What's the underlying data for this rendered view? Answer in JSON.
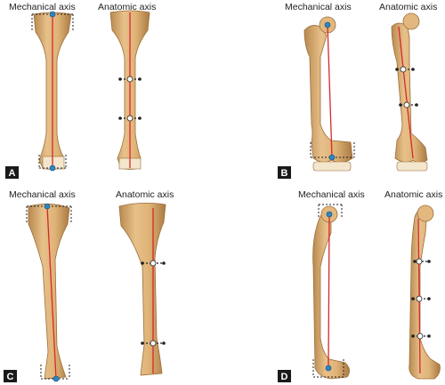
{
  "colors": {
    "bone": "#dfb377",
    "bone_shadow": "#b8894f",
    "axis_line": "#d42a2a",
    "center_point": "#2c86c4",
    "panel_tag_bg": "#1a1a1a",
    "panel_tag_text": "#ffffff"
  },
  "panels": [
    {
      "tag": "A",
      "mechanical_label": "Mechanical axis",
      "anatomic_label": "Anatomic axis"
    },
    {
      "tag": "B",
      "mechanical_label": "Mechanical axis",
      "anatomic_label": "Anatomic axis"
    },
    {
      "tag": "C",
      "mechanical_label": "Mechanical axis",
      "anatomic_label": "Anatomic axis"
    },
    {
      "tag": "D",
      "mechanical_label": "Mechanical axis",
      "anatomic_label": "Anatomic axis"
    }
  ]
}
